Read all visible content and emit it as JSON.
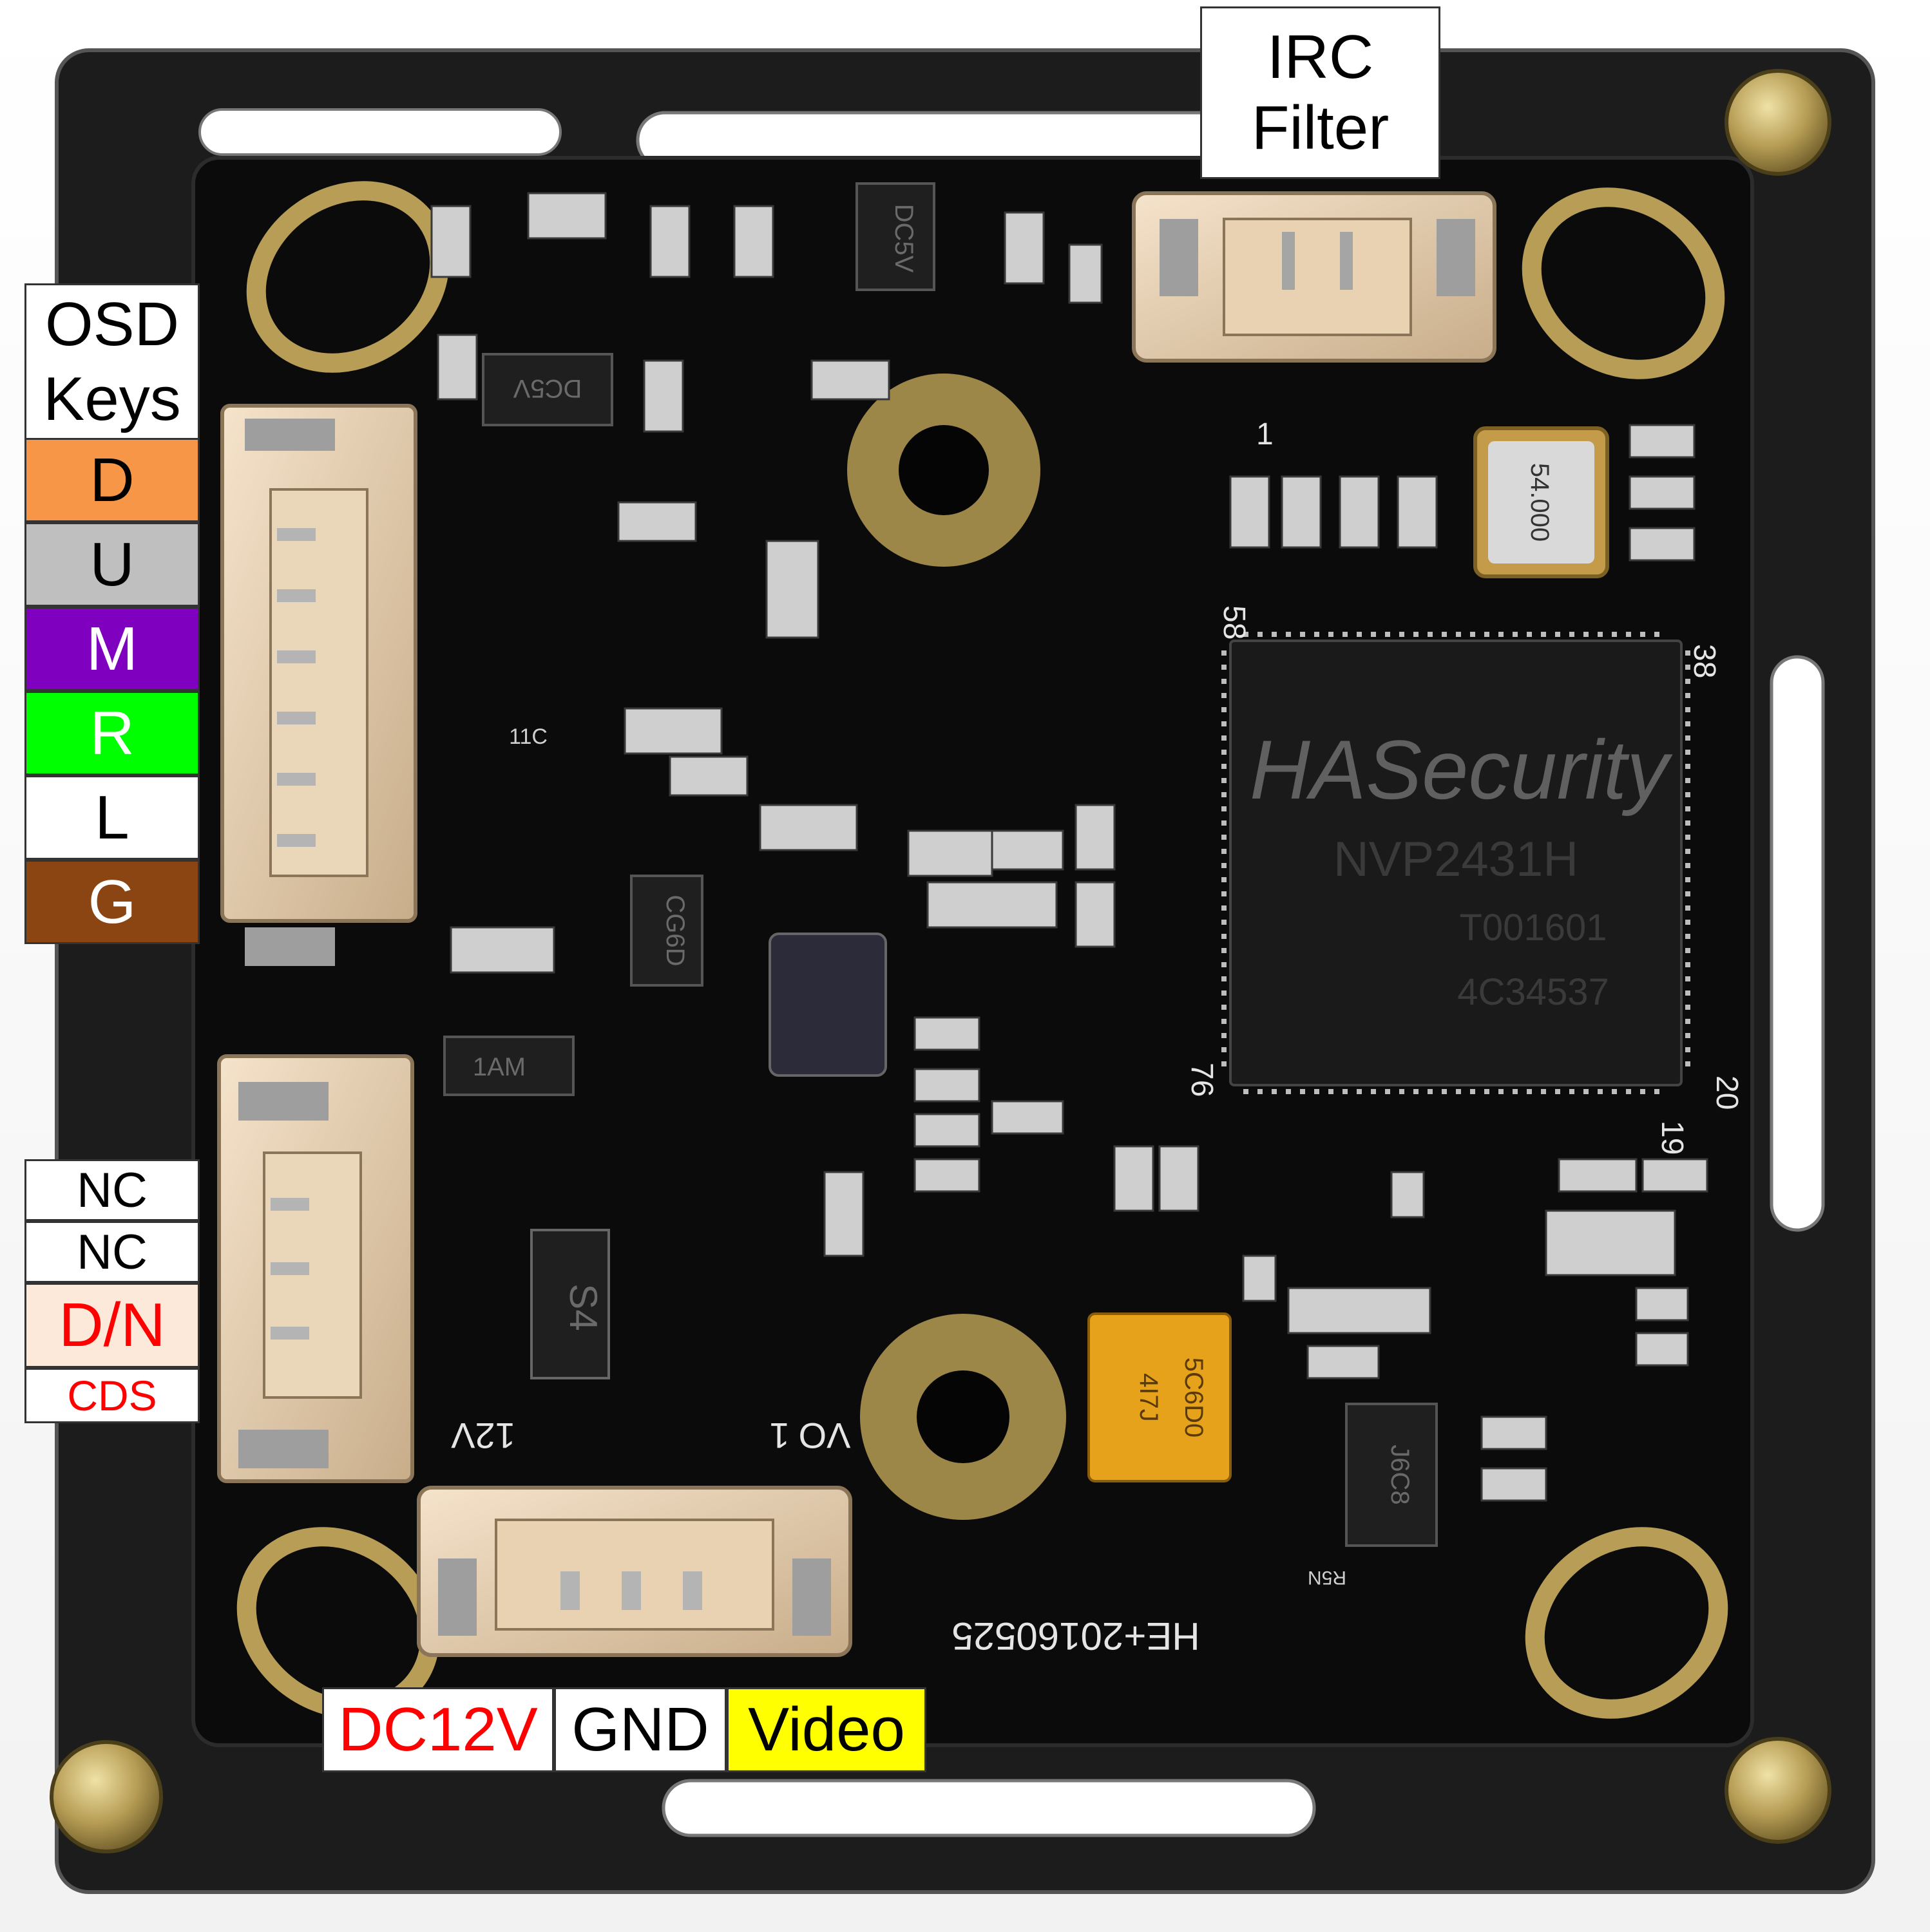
{
  "labels": {
    "irc": {
      "line1": "IRC",
      "line2": "Filter",
      "bg": "#ffffff",
      "color": "#000000"
    },
    "osd_header": {
      "line1": "OSD",
      "line2": "Keys"
    },
    "osd_keys": [
      {
        "text": "D",
        "bg": "#f79646",
        "color": "#000000"
      },
      {
        "text": "U",
        "bg": "#bfbfbf",
        "color": "#000000"
      },
      {
        "text": "M",
        "bg": "#7f00bf",
        "color": "#ffffff"
      },
      {
        "text": "R",
        "bg": "#00ff00",
        "color": "#ffffff"
      },
      {
        "text": "L",
        "bg": "#ffffff",
        "color": "#000000"
      },
      {
        "text": "G",
        "bg": "#8b4513",
        "color": "#ffffff"
      }
    ],
    "aux_pins": [
      {
        "text": "NC",
        "bg": "#ffffff",
        "color": "#000000"
      },
      {
        "text": "NC",
        "bg": "#ffffff",
        "color": "#000000"
      },
      {
        "text": "D/N",
        "bg": "#fde9d9",
        "color": "#ff0000"
      },
      {
        "text": "CDS",
        "bg": "#ffffff",
        "color": "#ff0000"
      }
    ],
    "power": [
      {
        "text": "DC12V",
        "bg": "#ffffff",
        "color": "#ff0000"
      },
      {
        "text": "GND",
        "bg": "#ffffff",
        "color": "#000000"
      },
      {
        "text": "Video",
        "bg": "#ffff00",
        "color": "#000000"
      }
    ]
  },
  "board": {
    "chip_main": {
      "line1": "NVP2431H",
      "line2": "T001601",
      "line3": "4C34537"
    },
    "watermark": "HASecurity",
    "crystal": {
      "line1": "54.000"
    },
    "regulator_1": "DC5V",
    "regulator_2": "DC5V",
    "cg6d": "CG6D",
    "diode_1am": "1AM",
    "diode_s4": "S4",
    "label_11c": "11C",
    "cap_tant": {
      "line1": "4I7J",
      "line2": "5C6D0"
    },
    "ic_small": "J6C8",
    "pcb_code": "HE+20160525",
    "silk_12v": "12V",
    "silk_vo": "VO",
    "silk_1": "1",
    "pin_58": "58",
    "pin_38": "38",
    "pin_20": "20",
    "pin_1": "1",
    "pin_76": "76",
    "pin_19": "19",
    "ra5n": "R5N"
  }
}
